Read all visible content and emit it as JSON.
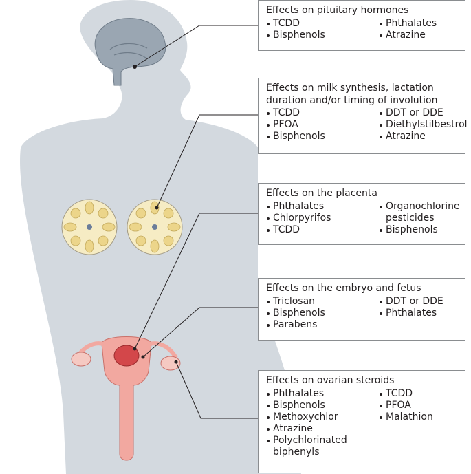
{
  "colors": {
    "silhouette": "#d3d9df",
    "brain": "#9aa6b2",
    "breast_tissue": "#f6ecc4",
    "breast_lobule": "#ecd58a",
    "uterus": "#f2a8a0",
    "embryo": "#d3474a",
    "leader_line": "#231f20",
    "box_border": "#8a8d90"
  },
  "icons": {
    "brain": "brain-icon",
    "breast": "mammary-gland-icon",
    "reproductive": "uterus-ovary-icon",
    "embryo": "embryo-icon"
  },
  "boxes": {
    "pituitary": {
      "title": "Effects on pituitary hormones",
      "left": [
        "TCDD",
        "Bisphenols"
      ],
      "right": [
        "Phthalates",
        "Atrazine"
      ]
    },
    "milk": {
      "title": "Effects on milk synthesis, lactation duration and/or timing of involution",
      "left": [
        "TCDD",
        "PFOA",
        "Bisphenols"
      ],
      "right": [
        "DDT or DDE",
        "Diethylstilbestrol",
        "Atrazine"
      ]
    },
    "placenta": {
      "title": "Effects on the placenta",
      "left": [
        "Phthalates",
        "Chlorpyrifos",
        "TCDD"
      ],
      "right": [
        "Organochlorine\npesticides",
        "Bisphenols"
      ]
    },
    "embryo": {
      "title": "Effects on the embryo and fetus",
      "left": [
        "Triclosan",
        "Bisphenols",
        "Parabens"
      ],
      "right": [
        "DDT or DDE",
        "Phthalates"
      ]
    },
    "ovarian": {
      "title": "Effects on ovarian steroids",
      "left": [
        "Phthalates",
        "Bisphenols",
        "Methoxychlor",
        "Atrazine",
        "Polychlorinated\nbiphenyls"
      ],
      "right": [
        "TCDD",
        "PFOA",
        "Malathion"
      ]
    }
  }
}
